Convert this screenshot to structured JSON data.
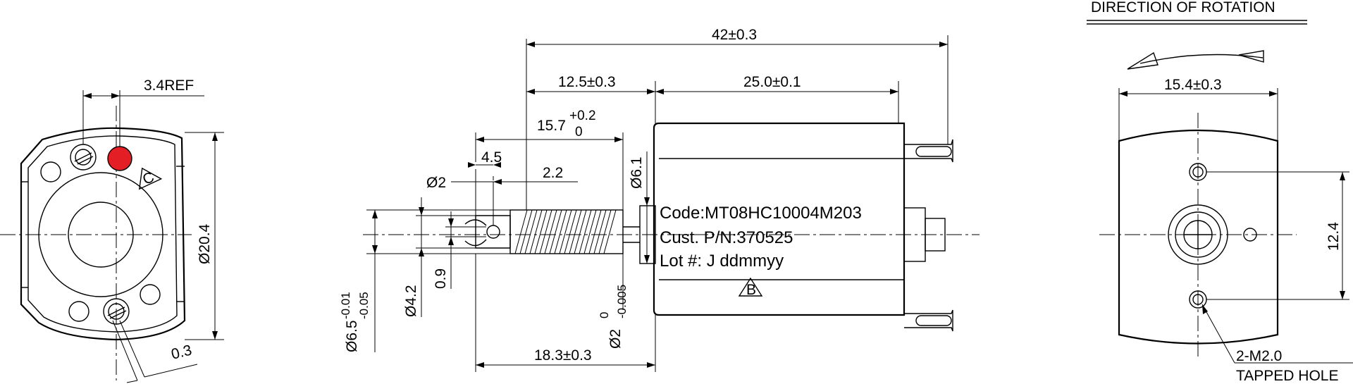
{
  "front_view": {
    "dim_ref": "3.4REF",
    "dim_dia": "Ø20.4",
    "dim_angle": "0.3",
    "triangle_mark": "C",
    "marker_color": "#e31e24"
  },
  "side_view": {
    "dim_overall": "42±0.3",
    "dim_front": "12.5±0.3",
    "dim_body": "25.0±0.1",
    "dim_worm_len_main": "15.7",
    "dim_worm_len_tol_upper": "+0.2",
    "dim_worm_len_tol_lower": "0",
    "dim_45": "4.5",
    "dim_22": "2.2",
    "dim_d2": "Ø2",
    "dim_d61": "Ø6.1",
    "dim_d65": "Ø6.5",
    "dim_d65_tol_upper": "-0.01",
    "dim_d65_tol_lower": "-0.05",
    "dim_d42": "Ø4.2",
    "dim_09": "0.9",
    "dim_shaft": "Ø2",
    "dim_shaft_tol_upper": "0",
    "dim_shaft_tol_lower": "-0.005",
    "dim_bottom": "18.3±0.3",
    "label_code": "Code:MT08HC10004M203",
    "label_pn": "Cust. P/N:370525",
    "label_lot": "Lot #: J ddmmyy",
    "triangle_mark": "B"
  },
  "rear_view": {
    "title": "DIRECTION OF ROTATION",
    "dim_width": "15.4±0.3",
    "dim_holes": "12.4",
    "note_line1": "2-M2.0",
    "note_line2": "TAPPED HOLE"
  }
}
